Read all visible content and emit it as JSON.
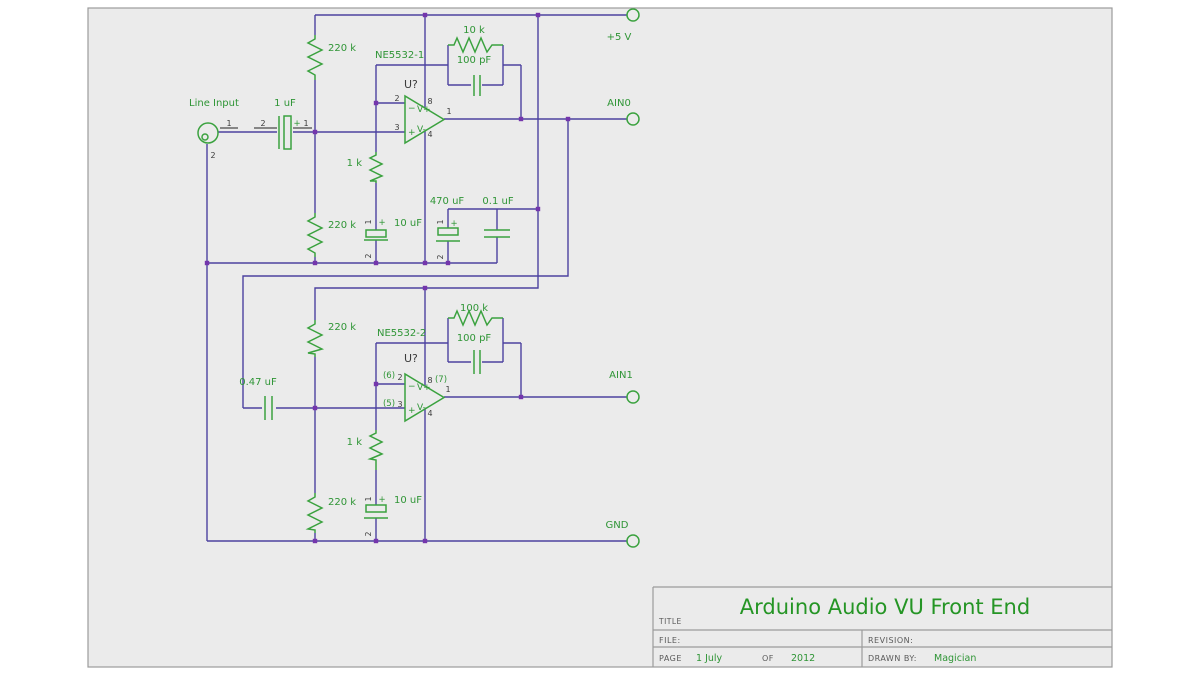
{
  "colors": {
    "wire": "#4c42a0",
    "component_green": "#3ba23f",
    "text_green": "#2f9536",
    "junction_purple": "#7436ac",
    "title_green": "#259525",
    "page_bg": "#ebebeb",
    "border_grey": "#9b9b9b"
  },
  "ports": {
    "power": "+5 V",
    "ain0": "AIN0",
    "ain1": "AIN1",
    "gnd": "GND"
  },
  "input": {
    "label": "Line Input",
    "pin1": "1",
    "pin2": "2"
  },
  "epin": {
    "p1": "1",
    "p2": "2",
    "plus": "+"
  },
  "ch1": {
    "cap_in": "1 uF",
    "cap_in_pin_l": "2",
    "cap_in_plus": "+",
    "cap_in_pin_r": "1",
    "r_top": "220 k",
    "r_bot": "220 k",
    "r_gain": "1 k",
    "cap_gain": "10 uF",
    "r_fb": "10 k",
    "cap_fb": "100 pF",
    "ref": "NE5532-1",
    "des": "U?",
    "pin_inv": "2",
    "pin_nin": "3",
    "pin_vp": "8",
    "pin_vm": "4",
    "pin_out": "1",
    "s_inv": "−",
    "s_nin": "+",
    "s_vp": "V+",
    "s_vm": "V-"
  },
  "ch2": {
    "cap_in": "0.47 uF",
    "r_top": "220 k",
    "r_bot": "220 k",
    "r_gain": "1 k",
    "cap_gain": "10 uF",
    "r_fb": "100 k",
    "cap_fb": "100 pF",
    "ref": "NE5532-2",
    "des": "U?",
    "pin_inv": "2",
    "pin_nin": "3",
    "pin_vp": "8",
    "pin_vm": "4",
    "pin_out": "1",
    "alt_inv": "(6)",
    "alt_nin": "(5)",
    "alt_out": "(7)",
    "s_inv": "−",
    "s_nin": "+",
    "s_vp": "V+",
    "s_vm": "V-"
  },
  "caps": {
    "bulk": "470 uF",
    "small": "0.1 uF"
  },
  "title_block": {
    "title": "Arduino Audio VU Front End",
    "title_label": "TITLE",
    "file_label": "FILE:",
    "revision_label": "REVISION:",
    "page_label": "PAGE",
    "page_value": "1 July",
    "of_label": "OF",
    "of_value": "2012",
    "drawn_label": "DRAWN BY:",
    "drawn_value": "Magician"
  }
}
